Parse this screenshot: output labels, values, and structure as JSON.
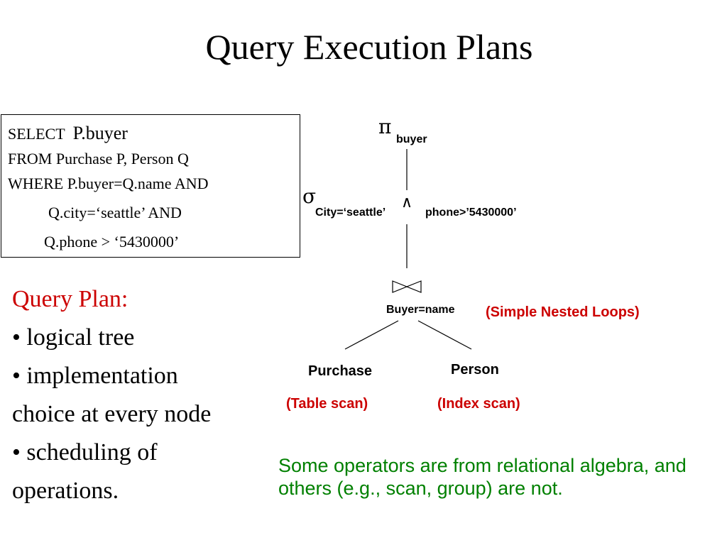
{
  "title": "Query Execution Plans",
  "sql": {
    "select_keyword": "SELECT",
    "select_column": "P.buyer",
    "from_line": "FROM Purchase P, Person Q",
    "where_line": "WHERE P.buyer=Q.name AND",
    "cond_city": "Q.city=‘seattle’ AND",
    "cond_phone": "Q.phone > ‘5430000’"
  },
  "plan": {
    "heading": "Query Plan:",
    "bullets": [
      "• logical tree",
      "• implementation choice at every node",
      "• scheduling of operations."
    ]
  },
  "tree": {
    "projection": {
      "symbol": "π",
      "subscript": "buyer"
    },
    "selection": {
      "symbol": "σ",
      "subscript_left": "City=‘seattle’",
      "and_symbol": "∧",
      "subscript_right": "phone>’5430000’"
    },
    "join": {
      "symbol": "⋈",
      "condition": "Buyer=name",
      "implementation": "(Simple Nested Loops)"
    },
    "left_leaf": {
      "name": "Purchase",
      "implementation": "(Table scan)"
    },
    "right_leaf": {
      "name": "Person",
      "implementation": "(Index scan)"
    }
  },
  "note": "Some operators are from relational algebra, and others (e.g., scan, group) are not.",
  "colors": {
    "heading": "#cc0000",
    "implementation": "#cc0000",
    "note": "#008000"
  }
}
